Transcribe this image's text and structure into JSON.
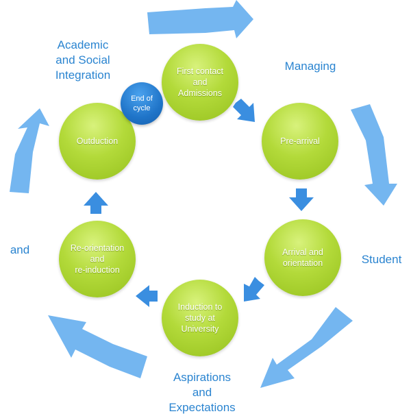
{
  "colors": {
    "arrow_big": "#74b6f0",
    "arrow_small": "#3a8ee0",
    "node_green": "#b3da3a",
    "node_blue": "#1f74c8",
    "theme_text": "#2a84d0"
  },
  "themes": {
    "managing": "Managing",
    "student": "Student",
    "aspirations": "Aspirations\nand\nExpectations",
    "and": "and",
    "academic": "Academic\nand Social\nIntegration"
  },
  "nodes": {
    "first_contact": "First contact\nand\nAdmissions",
    "pre_arrival": "Pre-arrival",
    "arrival": "Arrival and\norientation",
    "induction": "Induction to\nstudy at\nUniversity",
    "reorientation": "Re-orientation\nand\nre-induction",
    "outduction": "Outduction",
    "end_of_cycle": "End of\ncycle"
  }
}
